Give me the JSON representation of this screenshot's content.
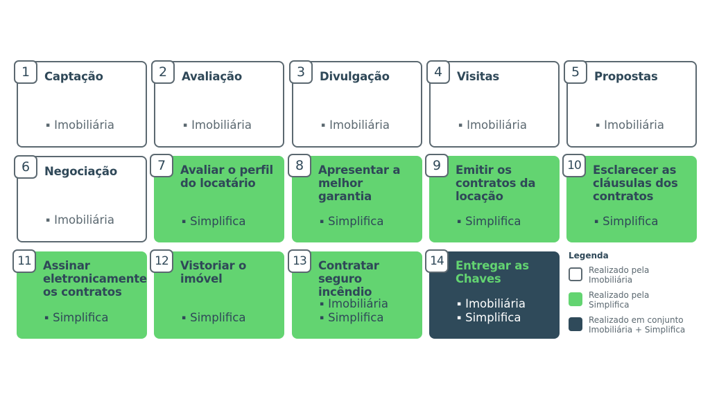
{
  "steps": [
    {
      "number": "1",
      "title": "Captação",
      "items": [
        "Imobiliária"
      ],
      "style": "white"
    },
    {
      "number": "2",
      "title": "Avaliação",
      "items": [
        "Imobiliária"
      ],
      "style": "white"
    },
    {
      "number": "3",
      "title": "Divulgação",
      "items": [
        "Imobiliária"
      ],
      "style": "white"
    },
    {
      "number": "4",
      "title": "Visitas",
      "items": [
        "Imobiliária"
      ],
      "style": "white"
    },
    {
      "number": "5",
      "title": "Propostas",
      "items": [
        "Imobiliária"
      ],
      "style": "white"
    },
    {
      "number": "6",
      "title": "Negociação",
      "items": [
        "Imobiliária"
      ],
      "style": "white"
    },
    {
      "number": "7",
      "title": "Avaliar o perfil do locatário",
      "items": [
        "Simplifica"
      ],
      "style": "green"
    },
    {
      "number": "8",
      "title": "Apresentar a melhor garantia",
      "items": [
        "Simplifica"
      ],
      "style": "green"
    },
    {
      "number": "9",
      "title": "Emitir os contratos da locação",
      "items": [
        "Simplifica"
      ],
      "style": "green"
    },
    {
      "number": "10",
      "title": "Esclarecer as cláusulas dos contratos",
      "items": [
        "Simplifica"
      ],
      "style": "green"
    },
    {
      "number": "11",
      "title": "Assinar eletronicamente os contratos",
      "items": [
        "Simplifica"
      ],
      "style": "green"
    },
    {
      "number": "12",
      "title": "Vistoriar o imóvel",
      "items": [
        "Simplifica"
      ],
      "style": "green"
    },
    {
      "number": "13",
      "title": "Contratar seguro incêndio",
      "items": [
        "Imobiliária",
        "Simplifica"
      ],
      "style": "green"
    },
    {
      "number": "14",
      "title": "Entregar as Chaves",
      "items": [
        "Imobiliária",
        "Simplifica"
      ],
      "style": "dark"
    }
  ],
  "legend": {
    "title": "Legenda",
    "entries": [
      {
        "style": "white",
        "label": "Realizado pela Imobiliária"
      },
      {
        "style": "green",
        "label": "Realizado pela Simplifica"
      },
      {
        "style": "dark",
        "label": "Realizado em conjunto Imobiliária + Simplifica"
      }
    ]
  },
  "colors": {
    "green": "#63d471",
    "dark": "#2f4a5a",
    "outline": "#5b6870",
    "text": "#2f4858"
  }
}
